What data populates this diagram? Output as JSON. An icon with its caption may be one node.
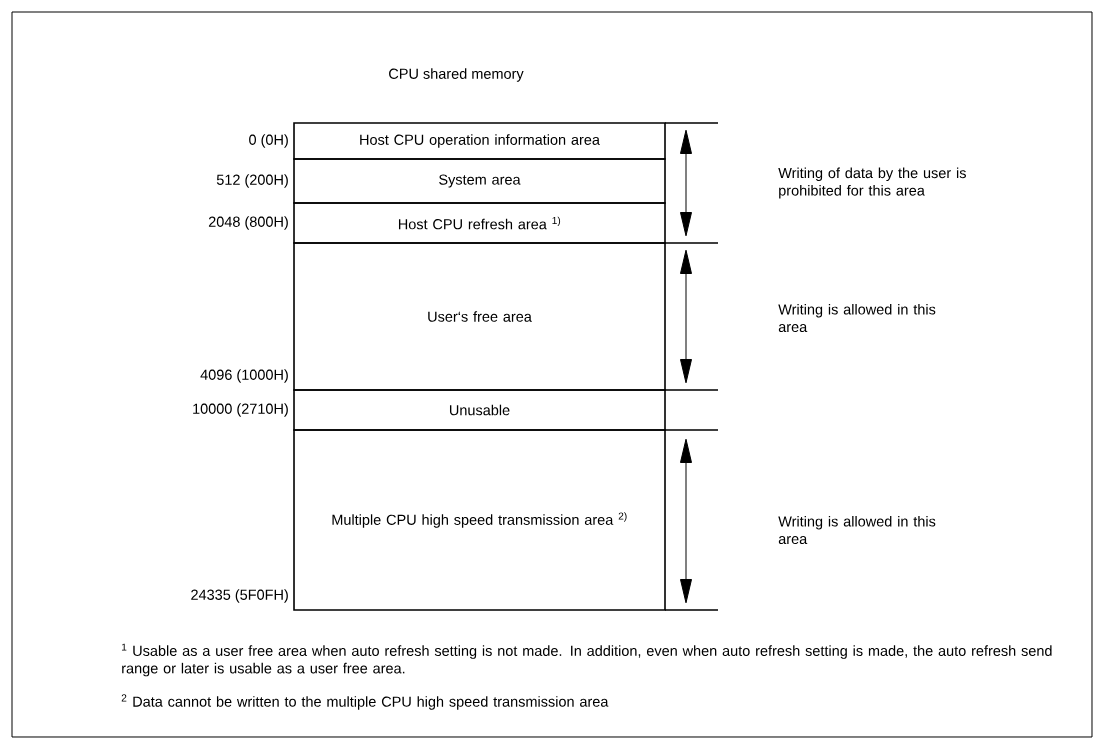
{
  "diagram": {
    "title": "CPU shared memory",
    "nodes": [
      {
        "text": [
          "Host CPU operation information area"
        ]
      },
      {
        "text": [
          "System area"
        ]
      },
      {
        "text": [
          "Host CPU refresh area $^{1)}$"
        ]
      },
      {
        "text": [
          "User‘s free area"
        ]
      },
      {
        "text": [
          "Unusable"
        ]
      },
      {
        "text": [
          "Multiple CPU high speed transmission area $^{2)}$"
        ]
      }
    ],
    "labels": [
      "0 (0H)",
      "512 (200H)",
      "Writing of data by the user is prohibited for this area",
      "2048 (800H)",
      "Writing is allowed in this area",
      "4096 (1000H)",
      "10000 (2710H)",
      "Writing is allowed in this area",
      "24335 (5F0FH)",
      "$^{1}$ Usable as a user free area when auto refresh setting is not made. In addition, even when auto refresh setting is made, the auto refresh send range or later is usable as a user free area.",
      "$^{2}$ Data cannot be written to the multiple CPU high speed transmission area"
    ]
  }
}
